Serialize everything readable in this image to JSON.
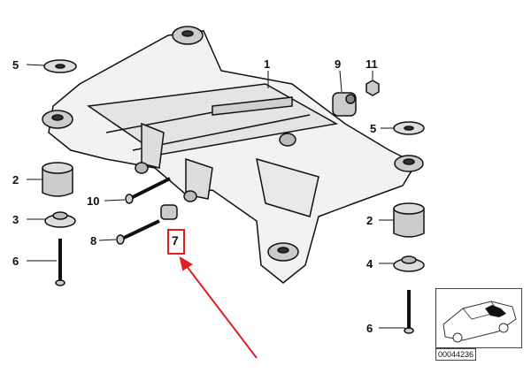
{
  "parts": {
    "p1": "1",
    "p2_left": "2",
    "p2_right": "2",
    "p3": "3",
    "p4": "4",
    "p5_left": "5",
    "p5_right": "5",
    "p6_left": "6",
    "p6_right": "6",
    "p7": "7",
    "p8": "8",
    "p9": "9",
    "p10": "10",
    "p11": "11"
  },
  "inset": {
    "code": "00044236"
  },
  "colors": {
    "highlight": "#e02020",
    "line": "#111111"
  }
}
